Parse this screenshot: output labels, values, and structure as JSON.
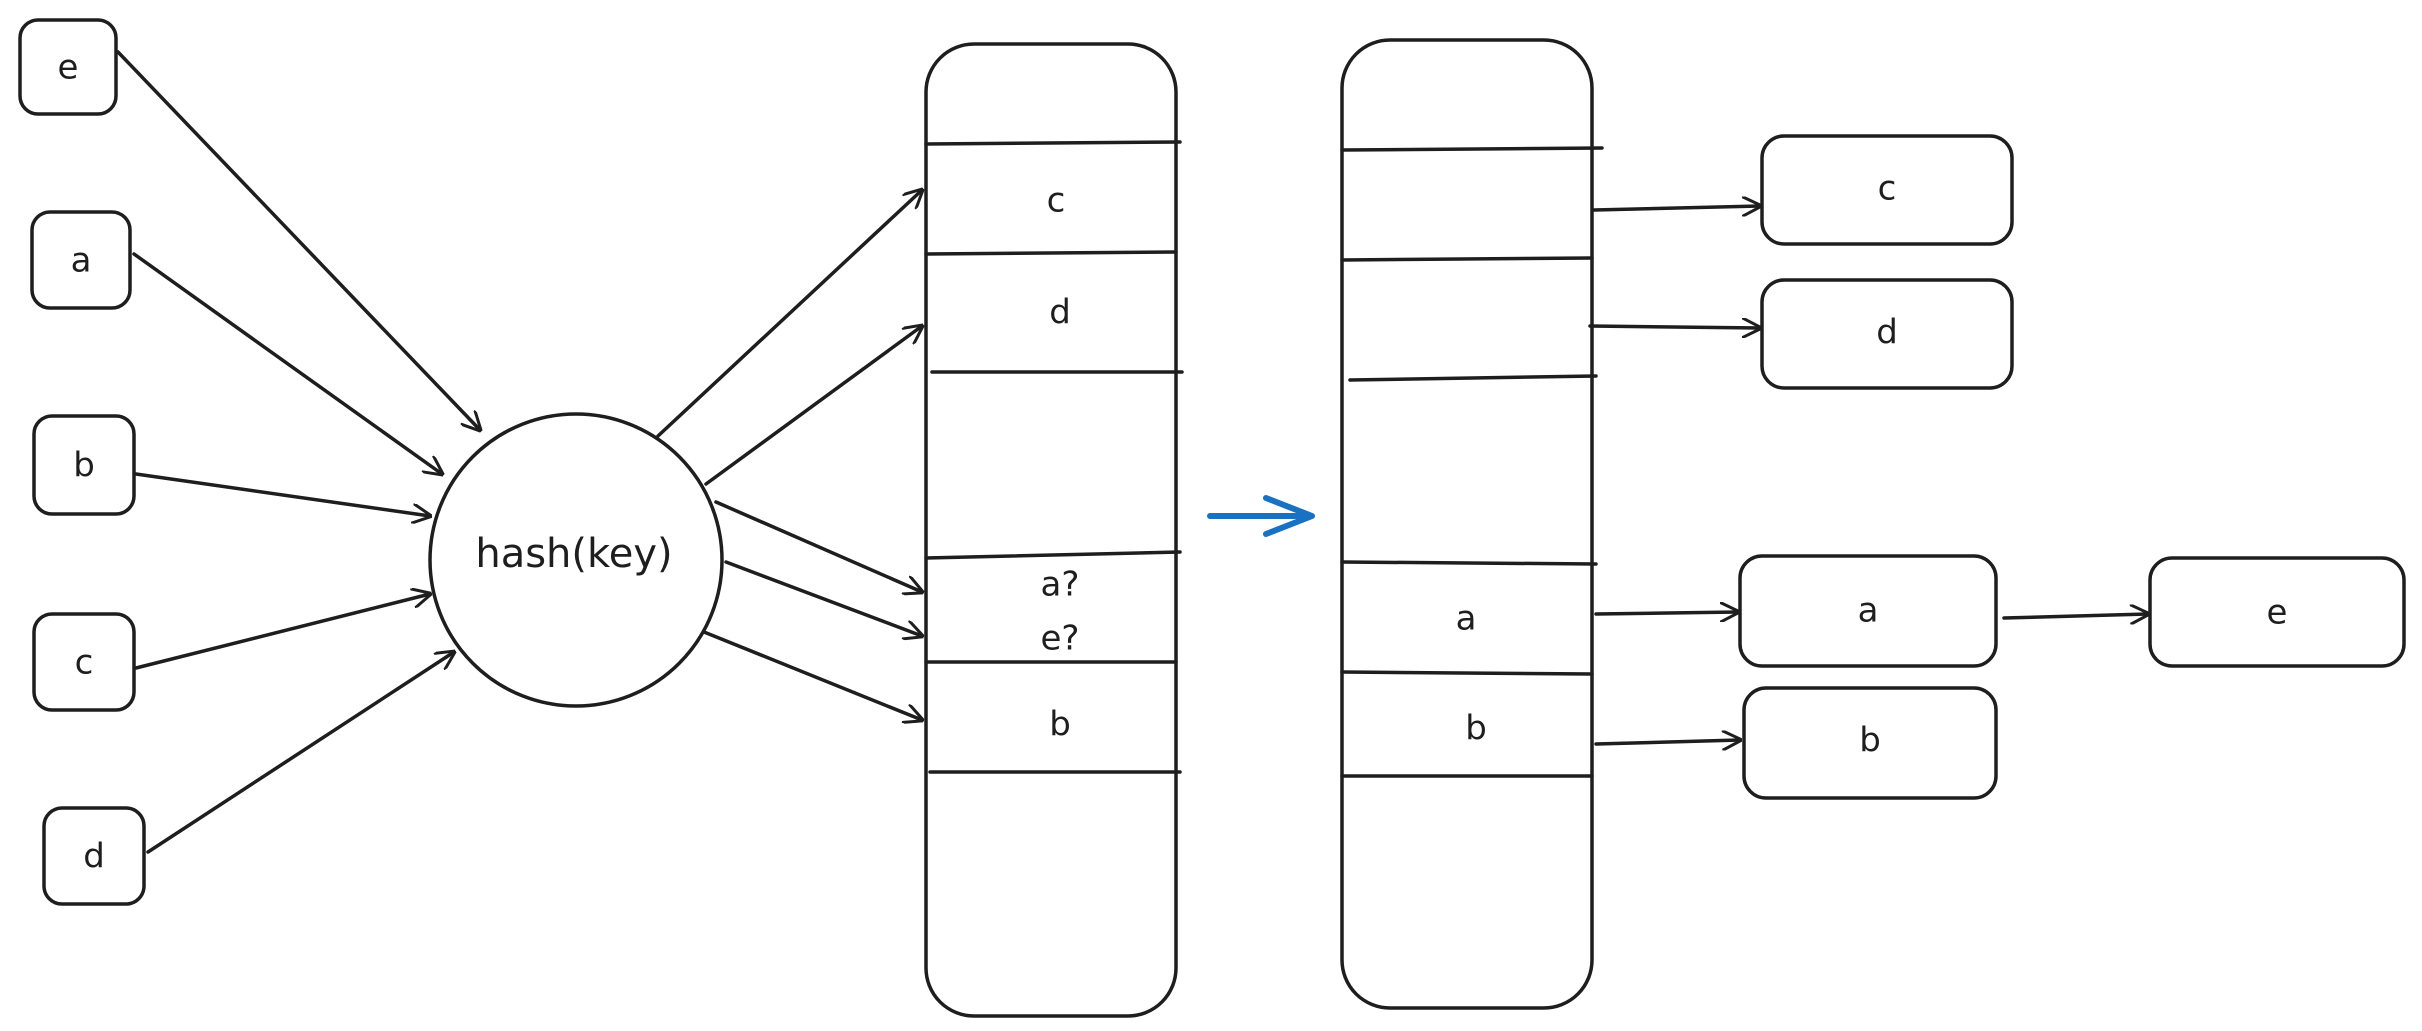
{
  "input_keys": [
    "e",
    "a",
    "b",
    "c",
    "d"
  ],
  "hash_function": "hash(key)",
  "table_before": [
    "c",
    "d",
    "",
    "a?",
    "e?",
    "b"
  ],
  "table_after": [
    "a",
    "b"
  ],
  "chains": {
    "c": [
      "c"
    ],
    "d": [
      "d"
    ],
    "a": [
      "a",
      "e"
    ],
    "b": [
      "b"
    ]
  },
  "colors": {
    "stroke": "#1e1e1e",
    "transition_arrow": "#1971c2"
  }
}
